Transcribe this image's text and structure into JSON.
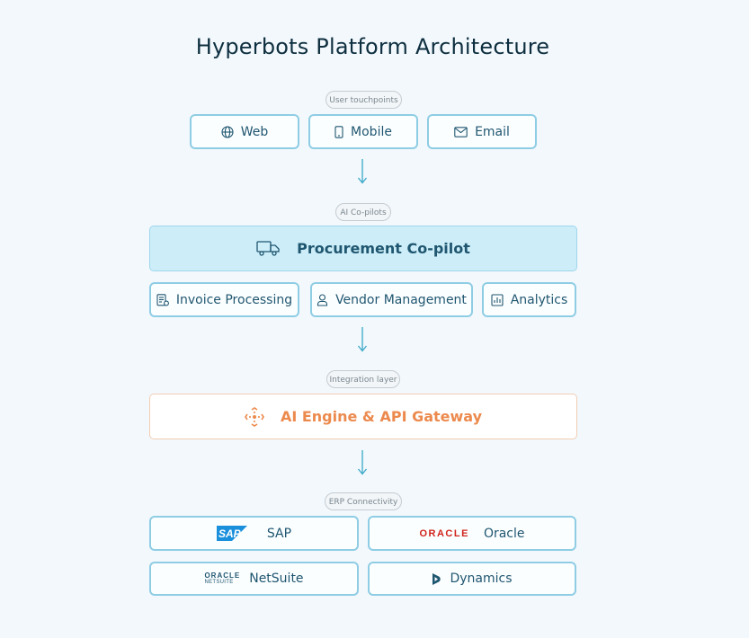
{
  "title": "Hyperbots Platform Architecture",
  "sections": {
    "touchpoints": {
      "label": "User touchpoints",
      "items": [
        {
          "label": "Web",
          "icon": "globe-icon"
        },
        {
          "label": "Mobile",
          "icon": "mobile-phone-icon"
        },
        {
          "label": "Email",
          "icon": "envelope-icon"
        }
      ]
    },
    "copilots": {
      "label": "AI Co-pilots",
      "main": {
        "label": "Procurement Co-pilot",
        "icon": "truck-icon"
      },
      "items": [
        {
          "label": "Invoice Processing",
          "icon": "invoice-icon"
        },
        {
          "label": "Vendor Management",
          "icon": "user-icon"
        },
        {
          "label": "Analytics",
          "icon": "bar-chart-icon"
        }
      ]
    },
    "integration": {
      "label": "Integration layer",
      "main": {
        "label": "AI Engine & API Gateway",
        "icon": "hub-icon"
      }
    },
    "erp": {
      "label": "ERP Connectivity",
      "items": [
        {
          "label": "SAP",
          "logo": "SAP"
        },
        {
          "label": "Oracle",
          "logo": "ORACLE"
        },
        {
          "label": "NetSuite",
          "logo": "ORACLE",
          "logo_sub": "NETSUITE"
        },
        {
          "label": "Dynamics",
          "icon": "dynamics-logo-icon"
        }
      ]
    }
  },
  "colors": {
    "background": "#f2f8fc",
    "box_border": "#8fcde4",
    "copilot_fill": "#cdeef9",
    "engine_accent": "#ec8a4e",
    "oracle_red": "#d0241d",
    "sap_blue": "#1a8fdc"
  }
}
